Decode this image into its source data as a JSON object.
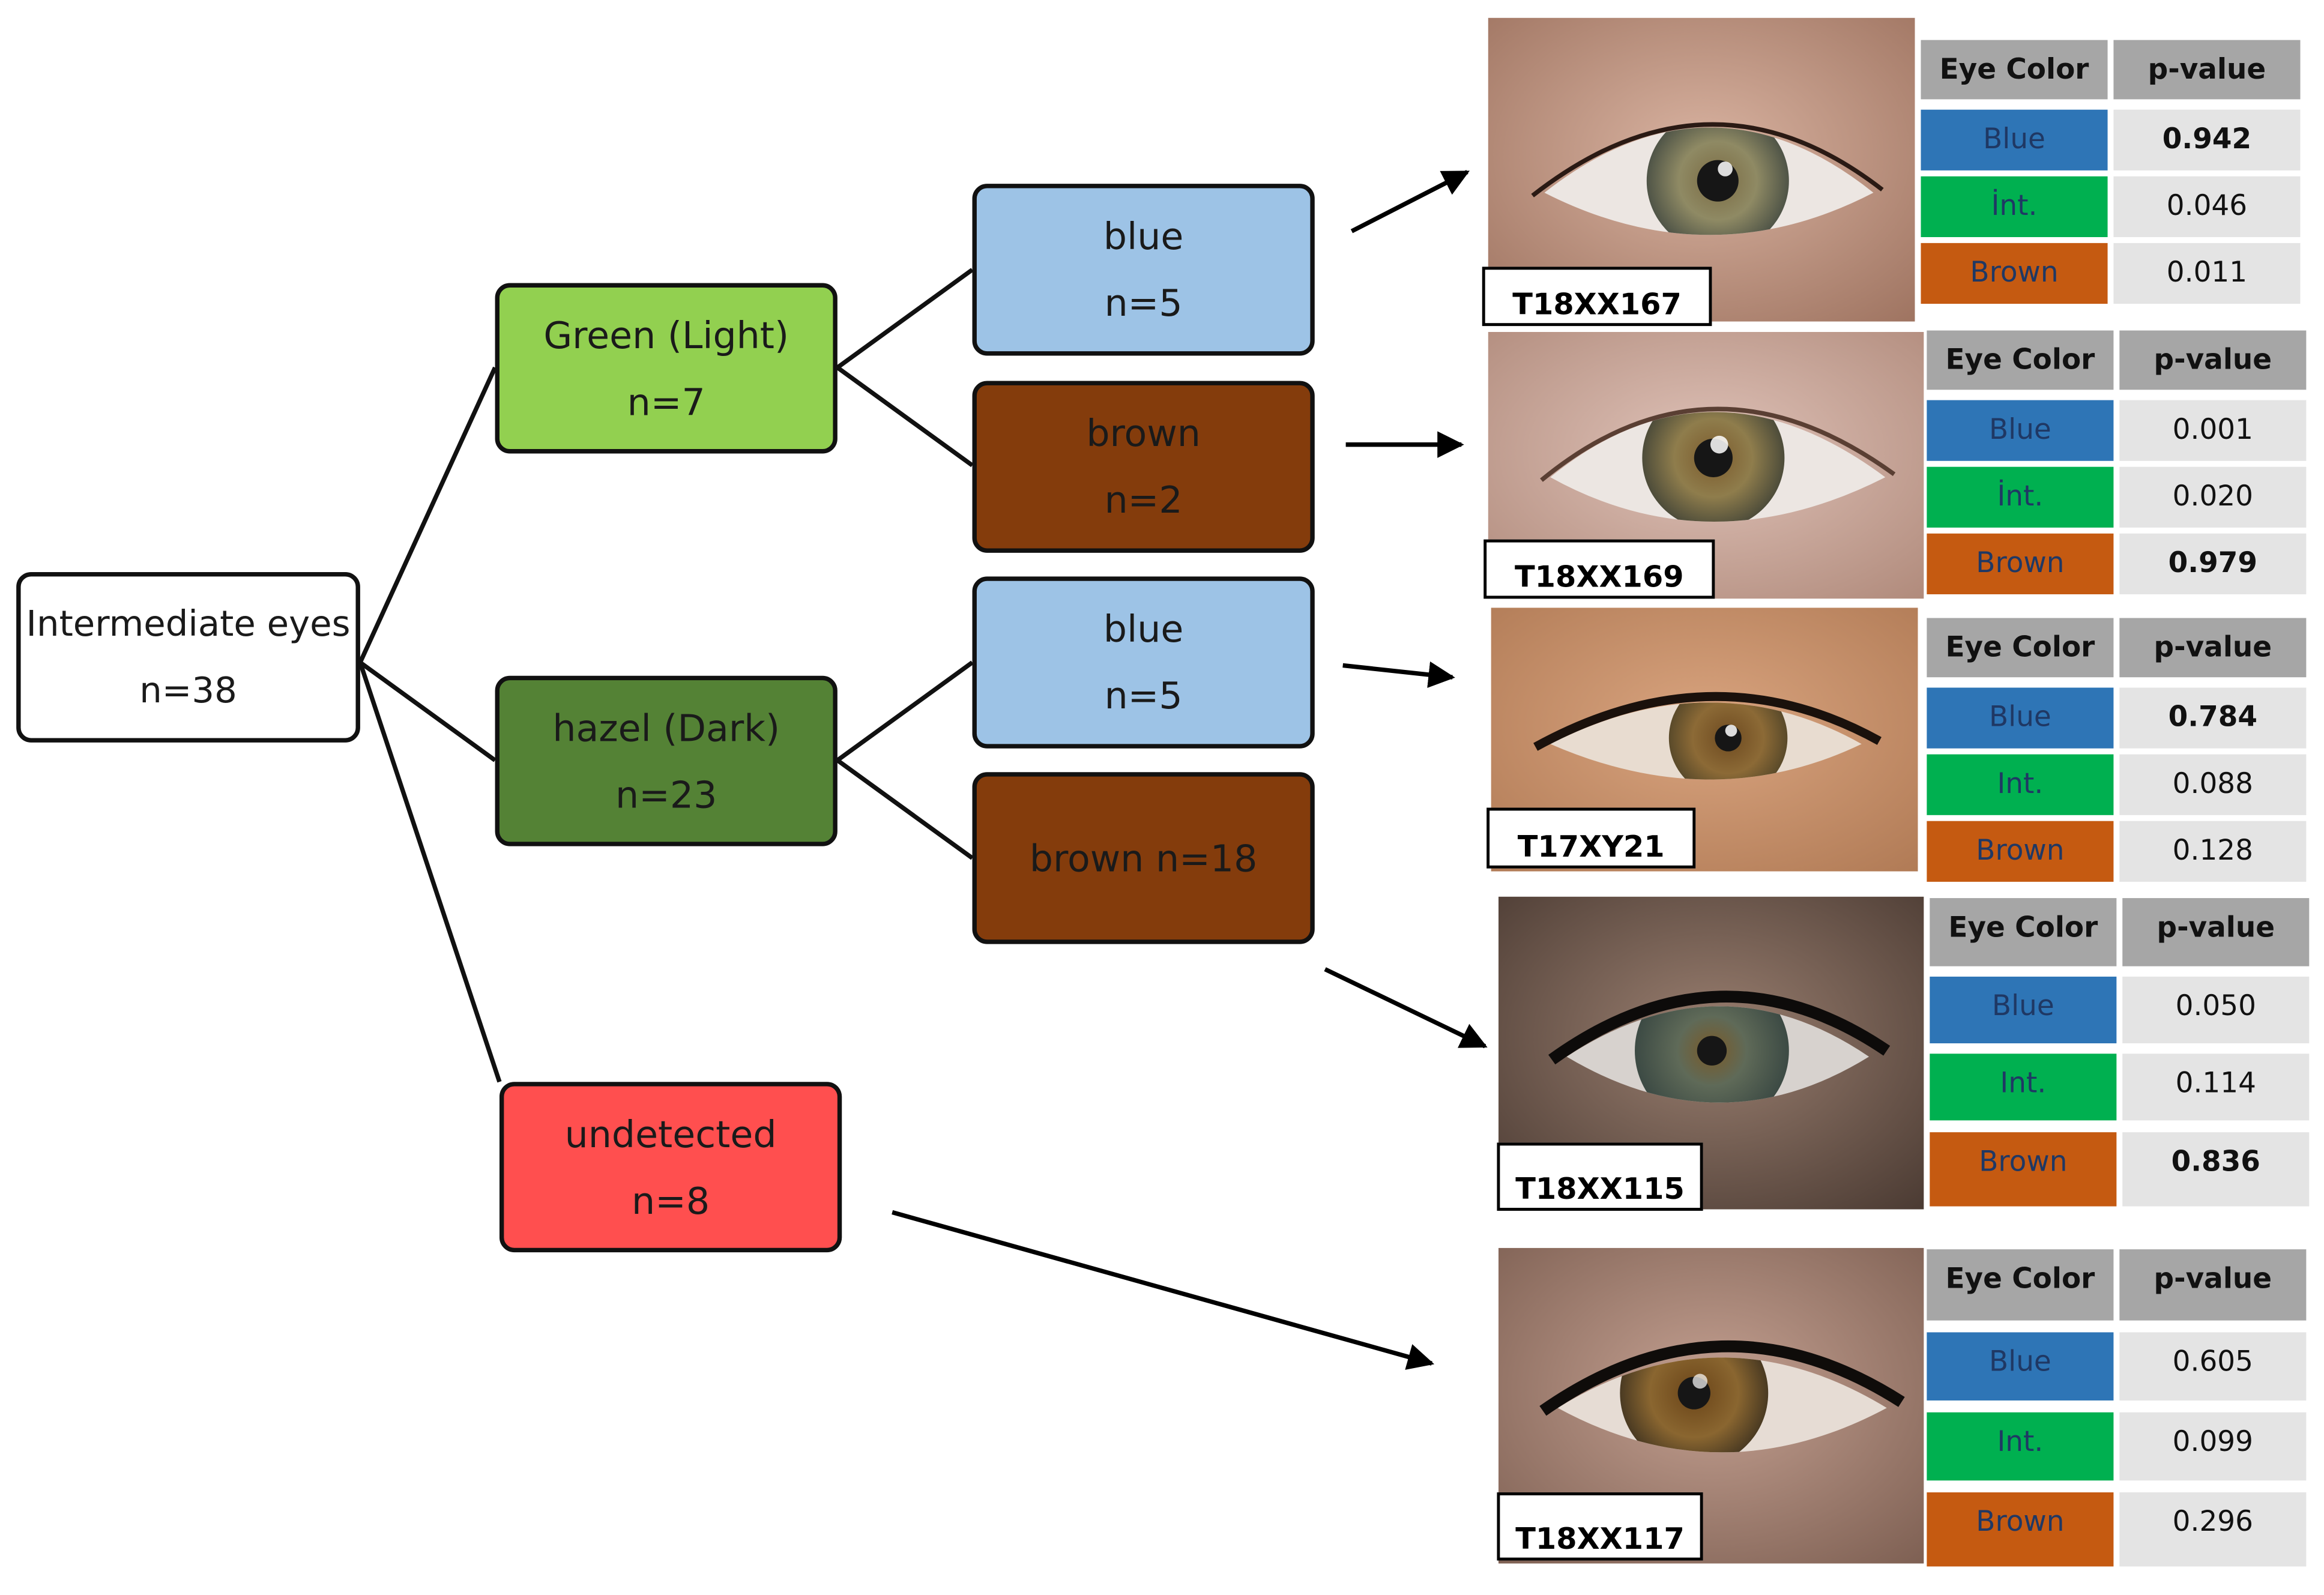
{
  "tree": {
    "root": {
      "line1": "Intermediate eyes",
      "line2": "n=38"
    },
    "green": {
      "line1": "Green (Light)",
      "line2": "n=7"
    },
    "hazel": {
      "line1": "hazel (Dark)",
      "line2": "n=23"
    },
    "undetected": {
      "line1": "undetected",
      "line2": "n=8"
    },
    "green_blue": {
      "line1": "blue",
      "line2": "n=5"
    },
    "green_brown": {
      "line1": "brown",
      "line2": "n=2"
    },
    "hazel_blue": {
      "line1": "blue",
      "line2": "n=5"
    },
    "hazel_brown": {
      "line1": "brown n=18"
    }
  },
  "colors": {
    "green_light": "#92d050",
    "hazel_dark": "#548235",
    "undetected": "#ff4f4f",
    "blue": "#9dc3e6",
    "brown": "#843c0c",
    "table_blue": "#2e75b6",
    "table_int": "#00b050",
    "table_brown": "#c55a11",
    "table_header": "#a6a6a6",
    "table_value": "#e4e4e4"
  },
  "table_headers": {
    "eye_color": "Eye Color",
    "p_value": "p-value"
  },
  "samples": [
    {
      "id": "T18XX167",
      "rows": [
        {
          "label": "Blue",
          "value": "0.942",
          "bold": true
        },
        {
          "label": "İnt.",
          "value": "0.046",
          "bold": false
        },
        {
          "label": "Brown",
          "value": "0.011",
          "bold": false
        }
      ]
    },
    {
      "id": "T18XX169",
      "rows": [
        {
          "label": "Blue",
          "value": "0.001",
          "bold": false
        },
        {
          "label": "İnt.",
          "value": "0.020",
          "bold": false
        },
        {
          "label": "Brown",
          "value": "0.979",
          "bold": true
        }
      ]
    },
    {
      "id": "T17XY21",
      "rows": [
        {
          "label": "Blue",
          "value": "0.784",
          "bold": true
        },
        {
          "label": "Int.",
          "value": "0.088",
          "bold": false
        },
        {
          "label": "Brown",
          "value": "0.128",
          "bold": false
        }
      ]
    },
    {
      "id": "T18XX115",
      "rows": [
        {
          "label": "Blue",
          "value": "0.050",
          "bold": false
        },
        {
          "label": "Int.",
          "value": "0.114",
          "bold": false
        },
        {
          "label": "Brown",
          "value": "0.836",
          "bold": true
        }
      ]
    },
    {
      "id": "T18XX117",
      "rows": [
        {
          "label": "Blue",
          "value": "0.605",
          "bold": false
        },
        {
          "label": "Int.",
          "value": "0.099",
          "bold": false
        },
        {
          "label": "Brown",
          "value": "0.296",
          "bold": false
        }
      ]
    }
  ]
}
